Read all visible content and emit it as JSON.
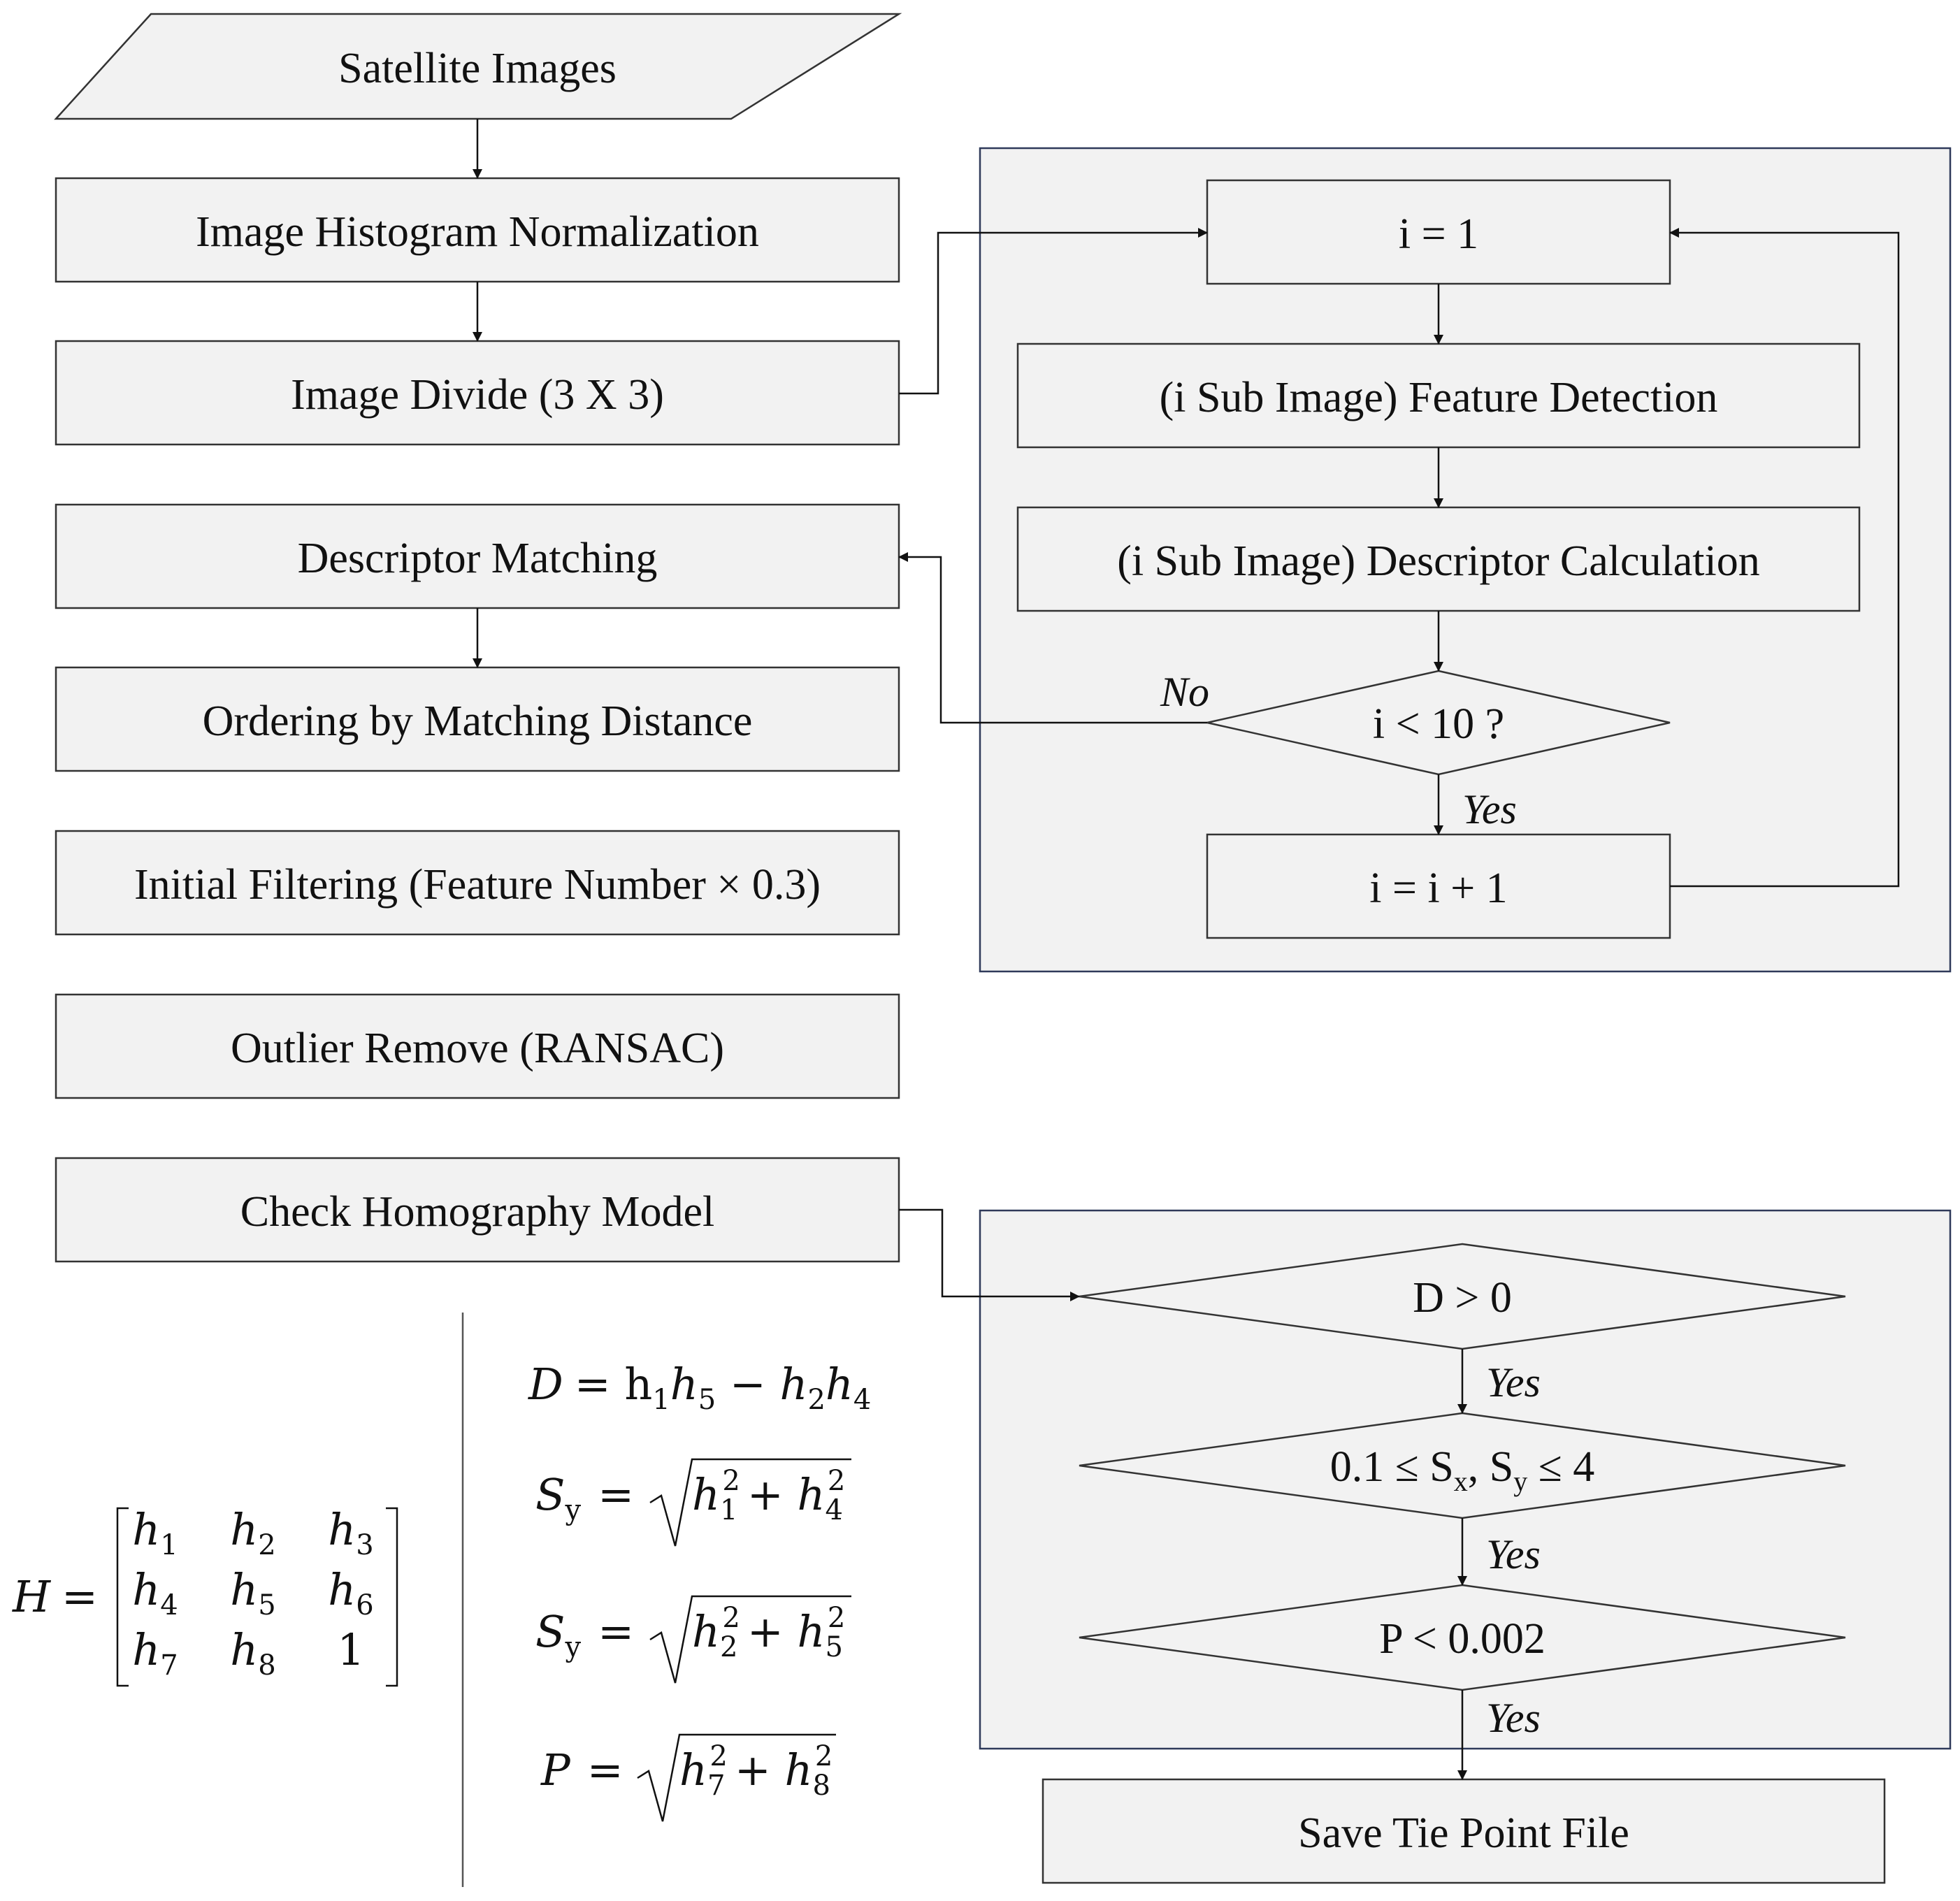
{
  "left_flow": {
    "input": "Satellite Images",
    "normalize": "Image Histogram Normalization",
    "divide": "Image Divide (3 X 3)",
    "match": "Descriptor Matching",
    "order": "Ordering by Matching Distance",
    "filter": "Initial Filtering (Feature Number × 0.3)",
    "ransac": "Outlier Remove (RANSAC)",
    "homography": "Check Homography Model"
  },
  "loop_panel": {
    "init": "i = 1",
    "detect": "(i Sub Image) Feature Detection",
    "describe": "(i Sub Image) Descriptor Calculation",
    "decision": "i < 10 ?",
    "increment": "i = i + 1",
    "no_label": "No",
    "yes_label": "Yes"
  },
  "check_panel": {
    "cond1": "D > 0",
    "cond2": "0.1 ≤ S",
    "cond2_sx_sub": "x",
    "cond2_mid": ", S",
    "cond2_sy_sub": "y",
    "cond2_tail": " ≤ 4",
    "cond3": "P < 0.002",
    "yes1": "Yes",
    "yes2": "Yes",
    "yes3": "Yes",
    "output": "Save Tie Point File"
  },
  "matrix": {
    "name": "H",
    "equals": "=",
    "cells": [
      "h",
      "h",
      "h",
      "h",
      "h",
      "h",
      "h",
      "h",
      "1"
    ],
    "subs": [
      "1",
      "2",
      "3",
      "4",
      "5",
      "6",
      "7",
      "8",
      ""
    ]
  },
  "equations": {
    "d_lhs": "D",
    "d_rhs": "= h",
    "d_s1": "1",
    "d_h2": "h",
    "d_s2": "5",
    "d_minus": " − h",
    "d_s3": "2",
    "d_h4": "h",
    "d_s4": "4",
    "sx_lhs": "S",
    "sx_sub": "y",
    "sx_eq": "=",
    "sx_a": "h",
    "sx_a_sub": "1",
    "sx_plus": "+ h",
    "sx_b_sub": "4",
    "sy_lhs": "S",
    "sy_sub": "y",
    "sy_eq": "=",
    "sy_a": "h",
    "sy_a_sub": "2",
    "sy_plus": "+ h",
    "sy_b_sub": "5",
    "p_lhs": "P",
    "p_eq": "=",
    "p_a": "h",
    "p_a_sub": "7",
    "p_plus": "+ h",
    "p_b_sub": "8",
    "sq": "2"
  }
}
